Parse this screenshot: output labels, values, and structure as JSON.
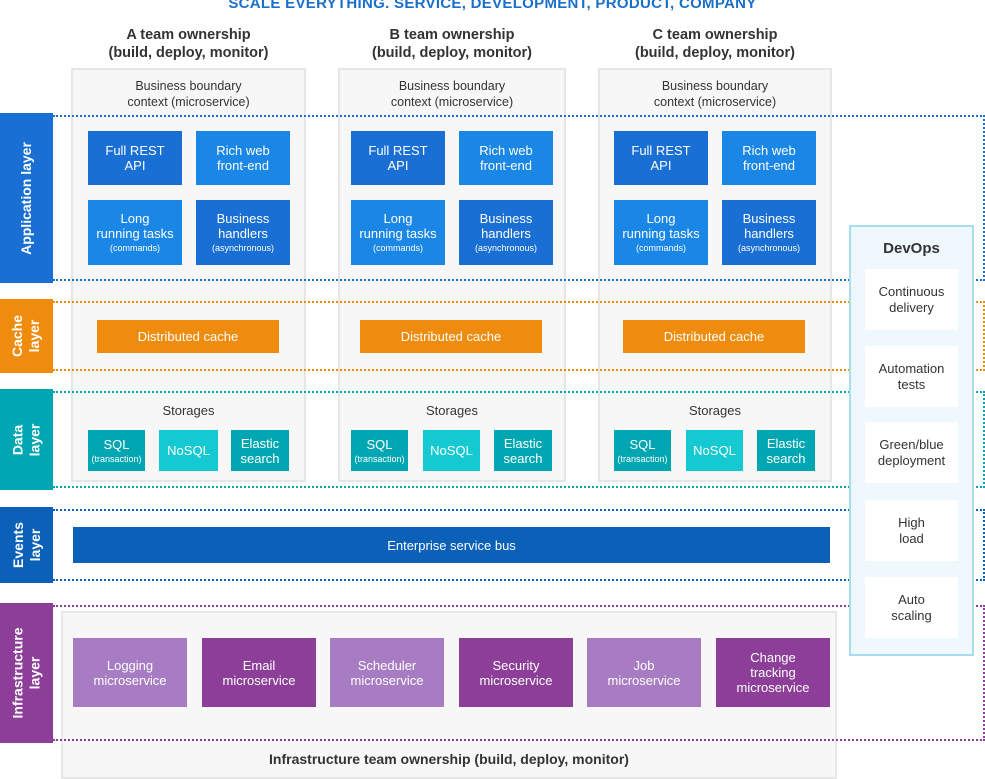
{
  "title": "SCALE EVERYTHING. SERVICE, DEVELOPMENT, PRODUCT, COMPANY",
  "teams": [
    {
      "name": "A team ownership",
      "sub": "(build, deploy, monitor)",
      "boundary_1": "Business boundary",
      "boundary_2": "context (microservice)",
      "app": {
        "rest_1": "Full REST",
        "rest_2": "API",
        "web_1": "Rich web",
        "web_2": "front-end",
        "long_1": "Long",
        "long_2": "running tasks",
        "long_3": "(commands)",
        "biz_1": "Business",
        "biz_2": "handlers",
        "biz_3": "(asynchronous)"
      },
      "cache": "Distributed cache",
      "storages": "Storages",
      "sql": "SQL",
      "sql_sub": "(transaction)",
      "nosql": "NoSQL",
      "es_1": "Elastic",
      "es_2": "search"
    },
    {
      "name": "B team ownership",
      "sub": "(build, deploy, monitor)",
      "boundary_1": "Business boundary",
      "boundary_2": "context (microservice)",
      "app": {
        "rest_1": "Full REST",
        "rest_2": "API",
        "web_1": "Rich web",
        "web_2": "front-end",
        "long_1": "Long",
        "long_2": "running tasks",
        "long_3": "(commands)",
        "biz_1": "Business",
        "biz_2": "handlers",
        "biz_3": "(asynchronous)"
      },
      "cache": "Distributed cache",
      "storages": "Storages",
      "sql": "SQL",
      "sql_sub": "(transaction)",
      "nosql": "NoSQL",
      "es_1": "Elastic",
      "es_2": "search"
    },
    {
      "name": "C team ownership",
      "sub": "(build, deploy, monitor)",
      "boundary_1": "Business boundary",
      "boundary_2": "context (microservice)",
      "app": {
        "rest_1": "Full REST",
        "rest_2": "API",
        "web_1": "Rich web",
        "web_2": "front-end",
        "long_1": "Long",
        "long_2": "running tasks",
        "long_3": "(commands)",
        "biz_1": "Business",
        "biz_2": "handlers",
        "biz_3": "(asynchronous)"
      },
      "cache": "Distributed cache",
      "storages": "Storages",
      "sql": "SQL",
      "sql_sub": "(transaction)",
      "nosql": "NoSQL",
      "es_1": "Elastic",
      "es_2": "search"
    }
  ],
  "layers": {
    "application": "Application layer",
    "cache": "Cache\nlayer",
    "data": "Data\nlayer",
    "events": "Events\nlayer",
    "infrastructure": "Infrastructure\nlayer"
  },
  "esb": "Enterprise service bus",
  "infra_services": [
    {
      "l1": "Logging",
      "l2": "microservice",
      "l3": ""
    },
    {
      "l1": "Email",
      "l2": "microservice",
      "l3": ""
    },
    {
      "l1": "Scheduler",
      "l2": "microservice",
      "l3": ""
    },
    {
      "l1": "Security",
      "l2": "microservice",
      "l3": ""
    },
    {
      "l1": "Job",
      "l2": "microservice",
      "l3": ""
    },
    {
      "l1": "Change",
      "l2": "tracking",
      "l3": "microservice"
    }
  ],
  "infra_owner": "Infrastructure team ownership (build, deploy, monitor)",
  "devops": {
    "title": "DevOps",
    "items": [
      {
        "l1": "Continuous",
        "l2": "delivery"
      },
      {
        "l1": "Automation",
        "l2": "tests"
      },
      {
        "l1": "Green/blue",
        "l2": "deployment"
      },
      {
        "l1": "High",
        "l2": "load"
      },
      {
        "l1": "Auto",
        "l2": "scaling"
      }
    ]
  },
  "colors": {
    "application": "#1a6fd4",
    "cache": "#ef8c0d",
    "data": "#00a7b3",
    "events": "#0b61b8",
    "infrastructure": "#8c3e98",
    "devops_border": "#a8dcef"
  }
}
